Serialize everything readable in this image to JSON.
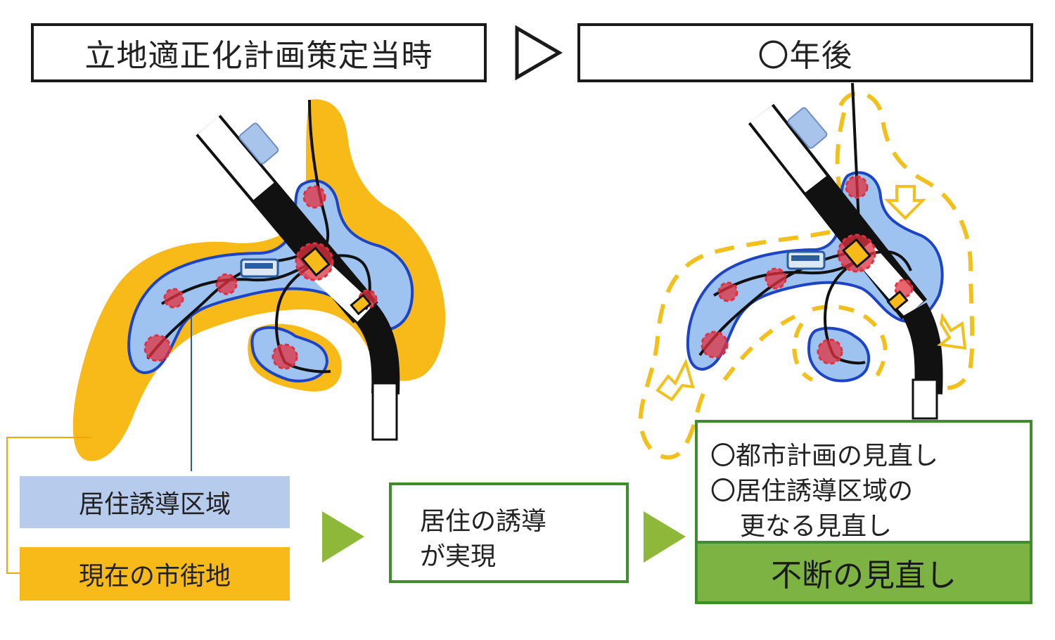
{
  "header": {
    "left_title": "立地適正化計画策定当時",
    "right_title": "〇年後"
  },
  "legend": {
    "residential": "居住誘導区域",
    "urban": "現在の市街地"
  },
  "middle_box": {
    "line1": "居住の誘導",
    "line2": "が実現"
  },
  "review_box": {
    "line1": "〇都市計画の見直し",
    "line2": "〇居住誘導区域の",
    "line3": "更なる見直し",
    "footer": "不断の見直し"
  },
  "colors": {
    "urban_area": "#F7BA18",
    "residential_area": "#9EC3F0",
    "residential_border": "#1C44C4",
    "hub": "#E0303F",
    "arrow_green": "#8DB83A",
    "frame_green": "#3E8E2C",
    "review_green": "#7CB342",
    "legend_blue": "#B7CCEC"
  }
}
